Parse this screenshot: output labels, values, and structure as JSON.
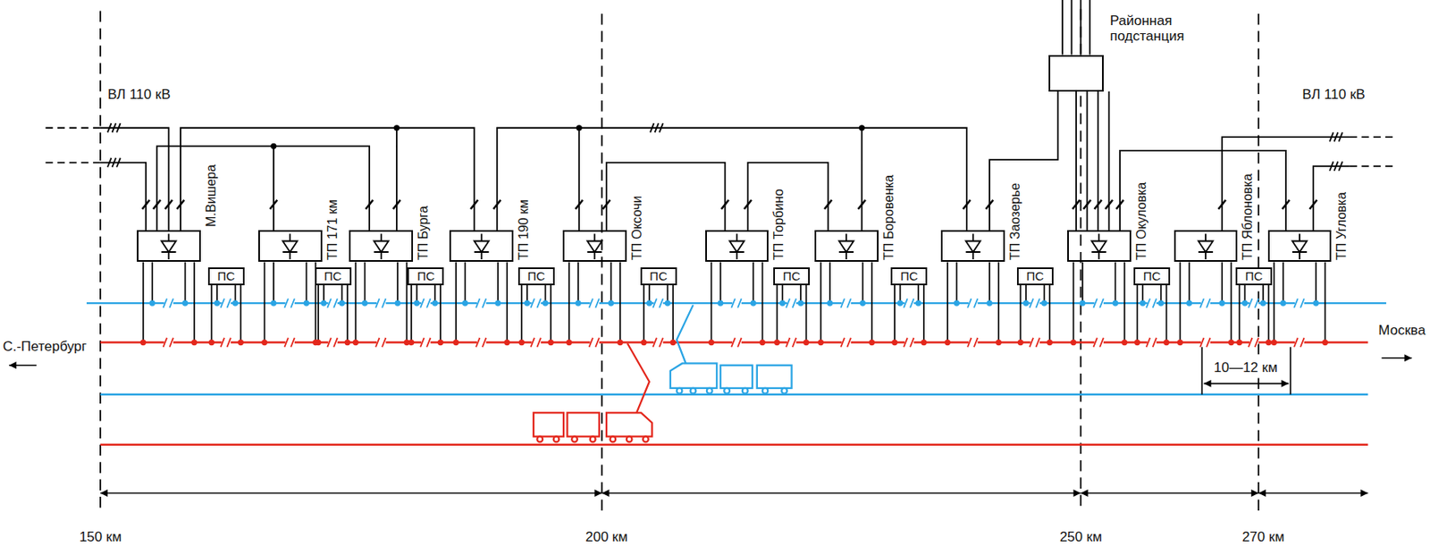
{
  "diagram": {
    "nodes": [
      {
        "text": [
          "Районная подстанция"
        ]
      },
      {
        "text": [
          "М.Вишера"
        ]
      },
      {
        "text": [
          "ПС"
        ]
      },
      {
        "text": [
          "ТП 171 км"
        ]
      },
      {
        "text": [
          "ПС"
        ]
      },
      {
        "text": [
          "ТП Бурга"
        ]
      },
      {
        "text": [
          "ПС"
        ]
      },
      {
        "text": [
          "ТП 190 км"
        ]
      },
      {
        "text": [
          "ПС"
        ]
      },
      {
        "text": [
          "ТП Оксочи"
        ]
      },
      {
        "text": [
          "ПС"
        ]
      },
      {
        "text": [
          "ТП Торбино"
        ]
      },
      {
        "text": [
          "ПС"
        ]
      },
      {
        "text": [
          "ТП Боровенка"
        ]
      },
      {
        "text": [
          "ПС"
        ]
      },
      {
        "text": [
          "ТП Заозерье"
        ]
      },
      {
        "text": [
          "ПС"
        ]
      },
      {
        "text": [
          "ТП Окуловка"
        ]
      },
      {
        "text": [
          "ПС"
        ]
      },
      {
        "text": [
          "ТП Яблоновка"
        ]
      },
      {
        "text": [
          "ПС"
        ]
      },
      {
        "text": [
          "ТП Угловка"
        ]
      }
    ],
    "edges": [
      {
        "from": 0,
        "to": 15,
        "arrow": "none"
      },
      {
        "from": 0,
        "to": 17,
        "arrow": "none"
      }
    ],
    "labels": [
      "ВЛ 110 кВ",
      "ВЛ 110 кВ",
      "С.-Петербург",
      "Москва",
      "10—12 км",
      "150 км",
      "200 км",
      "250 км",
      "270 км"
    ]
  }
}
